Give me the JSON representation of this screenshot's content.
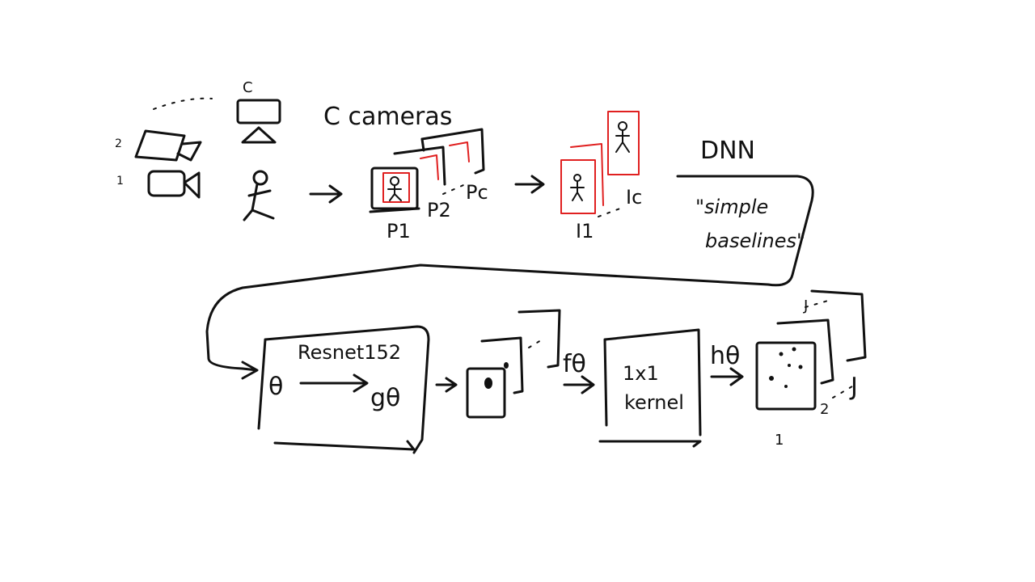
{
  "labels": {
    "camera_count_symbol": "C",
    "cameras": "C cameras",
    "camera_index_1": "1",
    "camera_index_2": "2",
    "projection_1": "P1",
    "projection_2": "P2",
    "projection_c": "Pc",
    "image_1": "I1",
    "image_c": "Ic",
    "dnn": "DNN",
    "simple_baselines_line1": "\"simple",
    "simple_baselines_line2": "baselines\"",
    "resnet": "Resnet152",
    "theta": "θ",
    "g_theta": "gθ",
    "f_theta": "fθ",
    "kernel_line1": "1x1",
    "kernel_line2": "kernel",
    "h_theta": "hθ",
    "heatmap_index_1": "1",
    "heatmap_index_2": "2",
    "heatmap_index_j": "J",
    "heatmap_count_top": "J"
  },
  "colors": {
    "ink": "#111111",
    "bbox": "#e02020",
    "background": "#ffffff"
  }
}
